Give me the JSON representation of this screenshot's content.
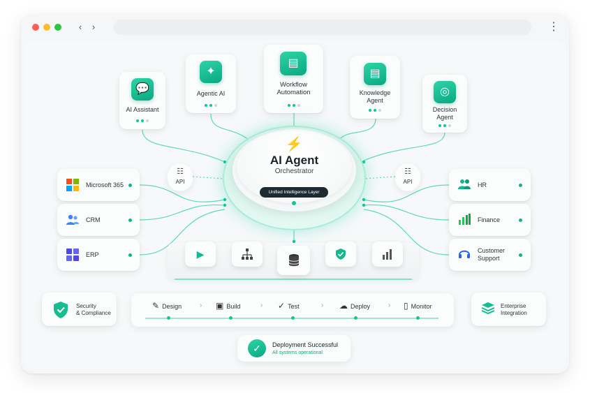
{
  "agents": [
    {
      "label": "AI Assistant",
      "icon": "chat-bubble-icon"
    },
    {
      "label": "Agentic AI",
      "icon": "sparkle-icon"
    },
    {
      "label": "Workflow Automation",
      "icon": "flowchart-icon"
    },
    {
      "label": "Knowledge Agent",
      "icon": "document-icon"
    },
    {
      "label": "Decision Agent",
      "icon": "target-icon"
    }
  ],
  "core": {
    "title": "AI Agent",
    "subtitle": "Orchestrator",
    "badge": "Unified Intelligence Layer"
  },
  "api_left": "API",
  "api_right": "API",
  "integrations_left": [
    {
      "label": "Microsoft 365",
      "icon": "windows-grid-icon"
    },
    {
      "label": "CRM",
      "icon": "users-icon"
    },
    {
      "label": "ERP",
      "icon": "erp-grid-icon"
    }
  ],
  "integrations_right": [
    {
      "label": "HR",
      "icon": "people-icon"
    },
    {
      "label": "Finance",
      "icon": "bar-chart-icon"
    },
    {
      "label": "Customer Support",
      "icon": "headset-icon"
    }
  ],
  "tools": [
    "play-icon",
    "hierarchy-icon",
    "database-icon",
    "shield-check-icon",
    "analytics-icon"
  ],
  "pipeline": [
    {
      "label": "Design",
      "icon": "pencil-icon"
    },
    {
      "label": "Build",
      "icon": "cube-icon"
    },
    {
      "label": "Test",
      "icon": "check-circle-icon"
    },
    {
      "label": "Deploy",
      "icon": "cloud-upload-icon"
    },
    {
      "label": "Monitor",
      "icon": "signal-bars-icon"
    }
  ],
  "security": {
    "line1": "Security",
    "line2": "& Compliance"
  },
  "enterprise": {
    "line1": "Enterprise",
    "line2": "Integration"
  },
  "status": {
    "title": "Deployment Successful",
    "subtitle": "All systems operational"
  },
  "colors": {
    "accent": "#14c596",
    "accent_dark": "#0aa882",
    "dark_pill": "#1d2a30"
  }
}
